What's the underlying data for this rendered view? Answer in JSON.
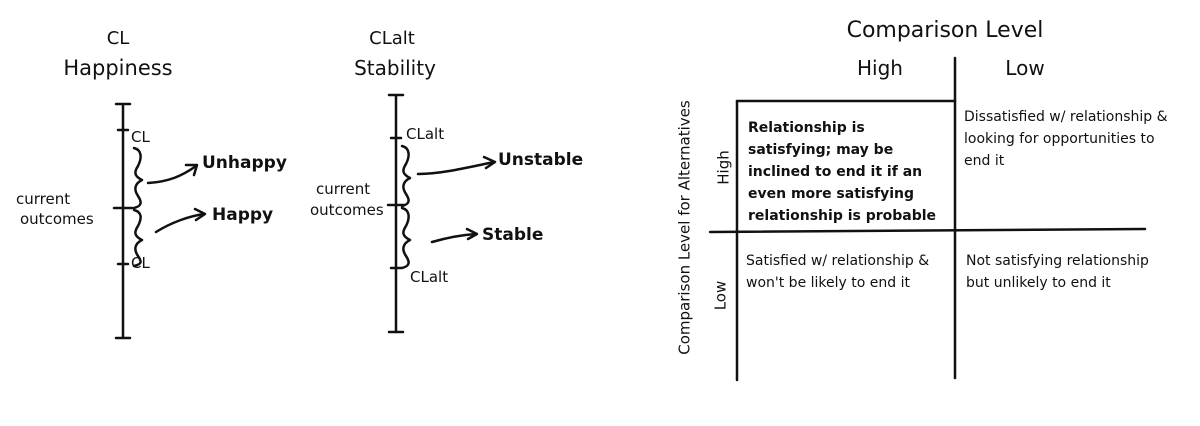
{
  "panel_cl": {
    "symbol": "CL",
    "title": "Happiness",
    "axis_label_line1": "current",
    "axis_label_line2": "outcomes",
    "top_marker": "CL",
    "bottom_marker": "CL",
    "upper_outcome": "Unhappy",
    "lower_outcome": "Happy"
  },
  "panel_clalt": {
    "symbol": "CLalt",
    "title": "Stability",
    "axis_label_line1": "current",
    "axis_label_line2": "outcomes",
    "top_marker": "CLalt",
    "bottom_marker": "CLalt",
    "upper_outcome": "Unstable",
    "lower_outcome": "Stable"
  },
  "matrix": {
    "title": "Comparison Level",
    "col_high": "High",
    "col_low": "Low",
    "row_axis_label": "Comparison Level for Alternatives",
    "row_high": "High",
    "row_low": "Low",
    "cells": {
      "high_high": "Relationship is satisfying; may be inclined to end it if an even more satisfying relationship is probable",
      "low_high": "Dissatisfied w/ relationship & looking for opportunities to end it",
      "high_low": "Satisfied w/ relationship & won't be likely to end it",
      "low_low": "Not satisfying relationship but unlikely to end it"
    }
  },
  "colors": {
    "ink": "#111111",
    "background": "#ffffff"
  }
}
